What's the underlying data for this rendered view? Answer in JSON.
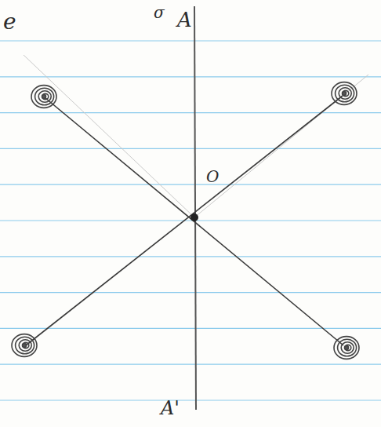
{
  "diagram": {
    "labels": [
      "e",
      "σ",
      "A",
      "O",
      "A'"
    ]
  }
}
